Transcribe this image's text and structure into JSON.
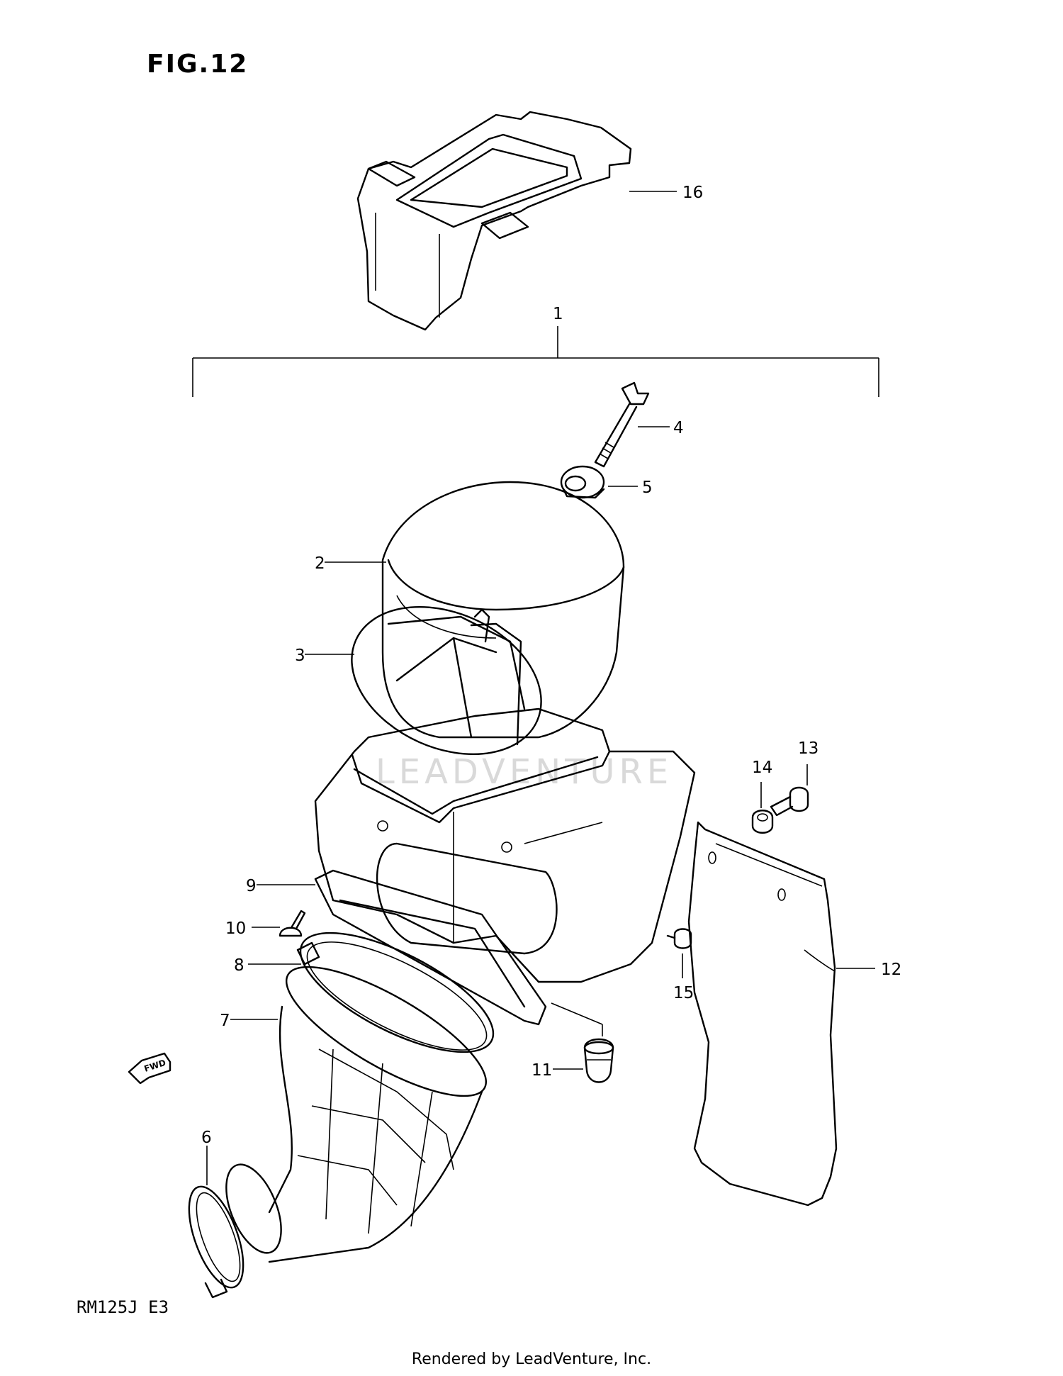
{
  "figure": {
    "title": "FIG.12",
    "model": "RM125J  E3"
  },
  "callouts": {
    "c1": "1",
    "c2": "2",
    "c3": "3",
    "c4": "4",
    "c5": "5",
    "c6": "6",
    "c7": "7",
    "c8": "8",
    "c9": "9",
    "c10": "10",
    "c11": "11",
    "c12": "12",
    "c13": "13",
    "c14": "14",
    "c15": "15",
    "c16": "16"
  },
  "fwd_label": "FWD",
  "watermark": "LEADVENTURE",
  "footer": "Rendered by LeadVenture, Inc."
}
